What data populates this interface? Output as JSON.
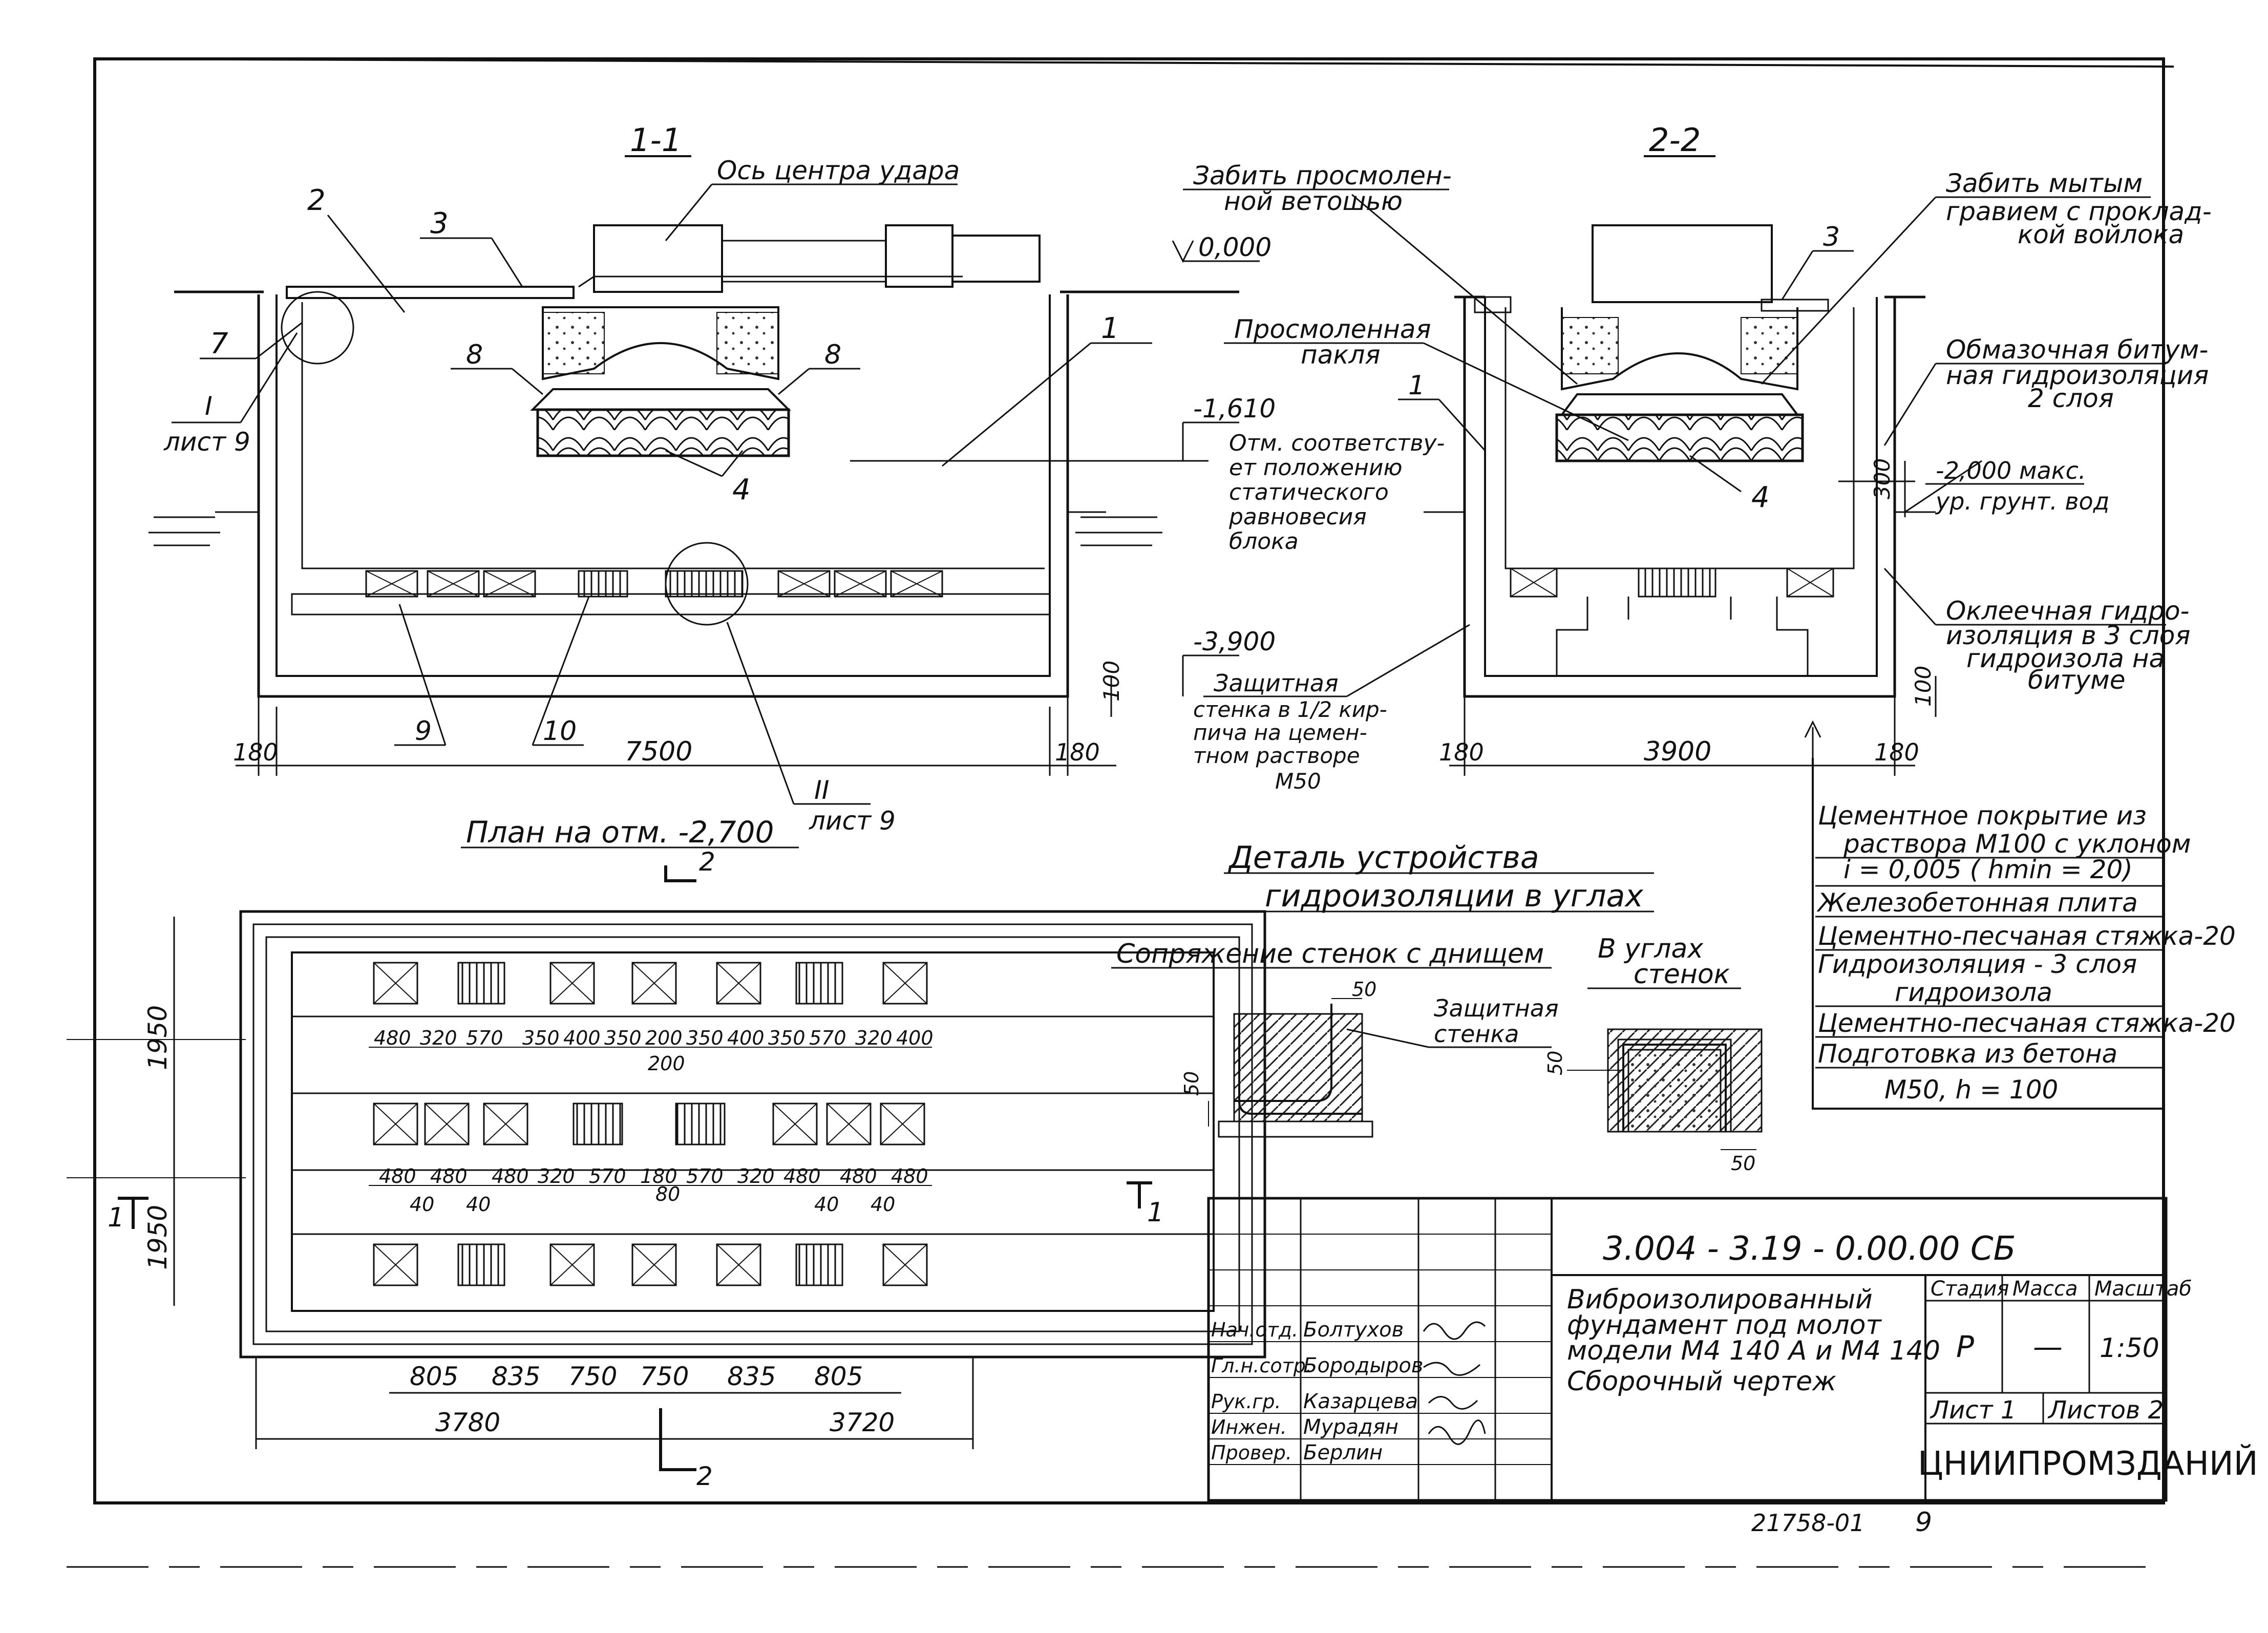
{
  "section_1": {
    "title": "1-1",
    "impact_axis": "Ось центра удара",
    "pos_number_2": "2",
    "pos_number_3": "3",
    "pos_number_7": "7",
    "pos_number_1": "1",
    "pos_number_8a": "8",
    "pos_number_8b": "8",
    "pos_number_4": "4",
    "pos_number_9": "9",
    "pos_number_10": "10",
    "ref_detail_1": "I",
    "ref_sheet_1": "лист 9",
    "ref_detail_2": "II",
    "ref_sheet_2": "лист 9",
    "dim_total": "7500",
    "dim_left": "180",
    "dim_right": "180",
    "dim_bottom": "100"
  },
  "elevations": {
    "zero": "0,000",
    "mark_1610": "-1,610",
    "mark_1610_note": [
      "Отм. соответству-",
      "ет положению",
      "статического",
      "равновесия",
      "блока"
    ],
    "mark_3900": "-3,900",
    "protective_wall": [
      "Защитная",
      "стенка в 1/2 кир-",
      "пича на цемен-",
      "тном растворе",
      "М50"
    ]
  },
  "section_2": {
    "title": "2-2",
    "note_tarred_rope": [
      "Забить просмолен-",
      "ной ветошью"
    ],
    "note_washed_gravel": [
      "Забить мытым",
      "гравием с проклад-",
      "кой войлока"
    ],
    "note_tarred_tow": [
      "Просмоленная",
      "пакля"
    ],
    "note_coating": [
      "Обмазочная битум-",
      "ная гидроизоляция",
      "2 слоя"
    ],
    "note_pasted": [
      "Оклеечная гидро-",
      "изоляция в 3 слоя",
      "гидроизола на",
      "битуме"
    ],
    "groundwater": [
      "-2,000 макс.",
      "ур. грунт. вод"
    ],
    "dim_300": "300",
    "pos_number_1": "1",
    "pos_number_3": "3",
    "pos_number_4": "4",
    "dim_total": "3900",
    "dim_left": "180",
    "dim_right": "180",
    "dim_bottom": "100"
  },
  "layers_legend": [
    "Цементное покрытие из",
    "раствора М100 с уклоном",
    "i = 0,005 ( hmin = 20)",
    "Железобетонная плита",
    "Цементно-песчаная стяжка-20",
    "Гидроизоляция - 3 слоя",
    "гидроизола",
    "Цементно-песчаная стяжка-20",
    "Подготовка из бетона",
    "М50,  h = 100"
  ],
  "plan": {
    "title": "План на отм. -2,700",
    "section_mark_top": "2",
    "section_mark_bottom": "2",
    "section_mark_left": "1",
    "section_mark_right": "1",
    "dim_1950_top": "1950",
    "dim_1950_bottom": "1950",
    "row1_dims": [
      "480",
      "320",
      "570",
      "350",
      "400",
      "350",
      "200",
      "350",
      "400",
      "350",
      "570",
      "320",
      "400"
    ],
    "row1_sub": "200",
    "row2_dims": [
      "480",
      "480",
      "480",
      "320",
      "570",
      "180",
      "570",
      "320",
      "480",
      "480",
      "480"
    ],
    "row2_sub": [
      "40",
      "40",
      "80",
      "40",
      "40"
    ],
    "bottom_dims": [
      "805",
      "835",
      "750",
      "750",
      "835",
      "805"
    ],
    "half_dims": [
      "3780",
      "3720"
    ]
  },
  "detail": {
    "title_1": "Деталь устройства",
    "title_2": "гидроизоляции в углах",
    "sub_left": "Сопряжение стенок с днищем",
    "sub_right": [
      "В углах",
      "стенок"
    ],
    "protective": [
      "Защитная",
      "стенка"
    ],
    "dim_50a": "50",
    "dim_50b": "50",
    "dim_50c": "50",
    "dim_50d": "50"
  },
  "title_block": {
    "code": "3.004 - 3.19 - 0.00.00 СБ",
    "name": [
      "Виброизолированный",
      "фундамент под молот",
      "модели М4 140 А и М4 140",
      "Сборочный   чертеж"
    ],
    "stage_label": "Стадия",
    "mass_label": "Масса",
    "scale_label": "Масштаб",
    "stage_value": "Р",
    "mass_value": "—",
    "scale_value": "1:50",
    "sheet": "Лист 1",
    "sheets": "Листов 2",
    "org": "ЦНИИПРОМЗДАНИЙ",
    "roles": [
      "Нач.отд.",
      "Гл.н.сотр.",
      "Рук.гр.",
      "Инжен.",
      "Провер."
    ],
    "names": [
      "Болтухов",
      "Бородыров",
      "Казарцева",
      "Мурадян",
      "Берлин"
    ]
  },
  "footer": {
    "inventory": "21758-01",
    "page": "9"
  }
}
